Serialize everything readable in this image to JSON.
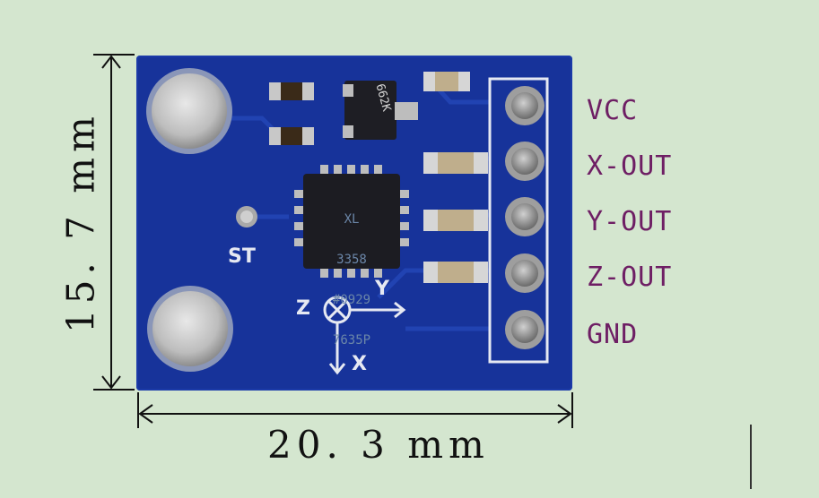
{
  "dimensions": {
    "width_label": "20. 3  mm",
    "height_label": "15. 7  mm"
  },
  "pins": [
    "VCC",
    "X-OUT",
    "Y-OUT",
    "Z-OUT",
    "GND"
  ],
  "chip": {
    "lines": [
      "XL",
      "3358",
      "#0929",
      "7635P"
    ]
  },
  "resistor_code": "662K",
  "silkscreen": {
    "st_label": "ST",
    "z_label": "Z",
    "y_label": "Y",
    "x_label": "X"
  },
  "colors": {
    "background": "#d4e6cf",
    "board": "#17339a",
    "pin_label": "#6e1e64",
    "silkscreen": "#e6e9f2"
  }
}
